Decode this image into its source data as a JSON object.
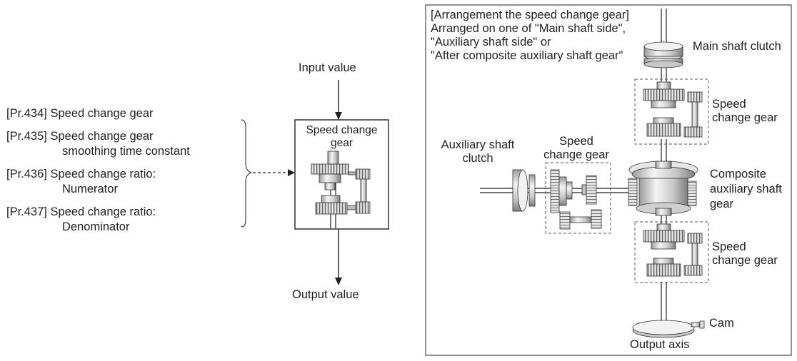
{
  "params": [
    {
      "line1": "[Pr.434] Speed change gear",
      "line2": ""
    },
    {
      "line1": "[Pr.435] Speed change gear",
      "line2": "smoothing time constant"
    },
    {
      "line1": "[Pr.436] Speed change ratio:",
      "line2": "Numerator"
    },
    {
      "line1": "[Pr.437] Speed change ratio:",
      "line2": "Denominator"
    }
  ],
  "left_diagram": {
    "input_label": "Input value",
    "output_label": "Output value",
    "gear_box_label": [
      "Speed change",
      "gear"
    ]
  },
  "right_panel": {
    "note_lines": [
      "[Arrangement the speed change gear]",
      "Arranged on one of \"Main shaft side\",",
      "\"Auxiliary shaft side\" or",
      "\"After composite auxiliary shaft gear\""
    ],
    "main_clutch_label": "Main shaft clutch",
    "speed_gear_label_upper": [
      "Speed",
      "change gear"
    ],
    "speed_gear_label_aux": [
      "Speed",
      "change gear"
    ],
    "speed_gear_label_lower": [
      "Speed",
      "change gear"
    ],
    "aux_clutch_label": [
      "Auxiliary shaft",
      "clutch"
    ],
    "composite_label": [
      "Composite",
      "auxiliary shaft",
      "gear"
    ],
    "cam_label": "Cam",
    "output_axis_label": "Output axis"
  }
}
